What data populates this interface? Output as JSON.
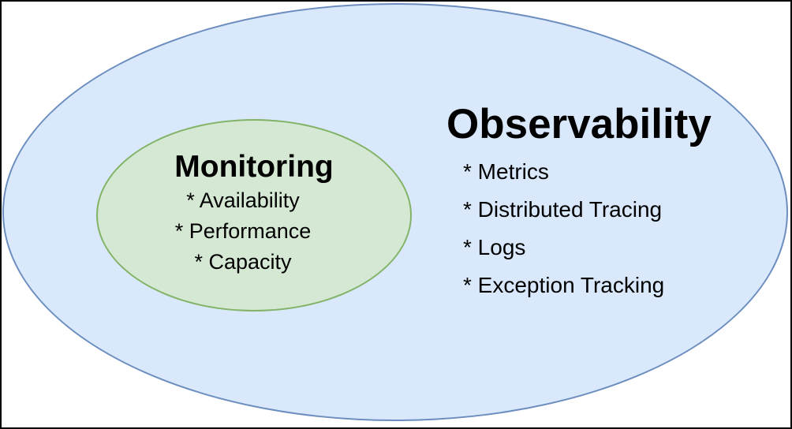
{
  "diagram": {
    "type": "venn-nested-ellipses",
    "frame_border_color": "#000000",
    "background_color": "#ffffff",
    "text_color": "#000000"
  },
  "observability": {
    "title": "Observability",
    "items": [
      "* Metrics",
      "* Distributed Tracing",
      "* Logs",
      "* Exception Tracking"
    ],
    "fill": "#dae8fc",
    "stroke": "#6c8ebf"
  },
  "monitoring": {
    "title": "Monitoring",
    "items": [
      "* Availability",
      "* Performance",
      "* Capacity"
    ],
    "fill": "#d5e8d4",
    "stroke": "#82b366"
  }
}
